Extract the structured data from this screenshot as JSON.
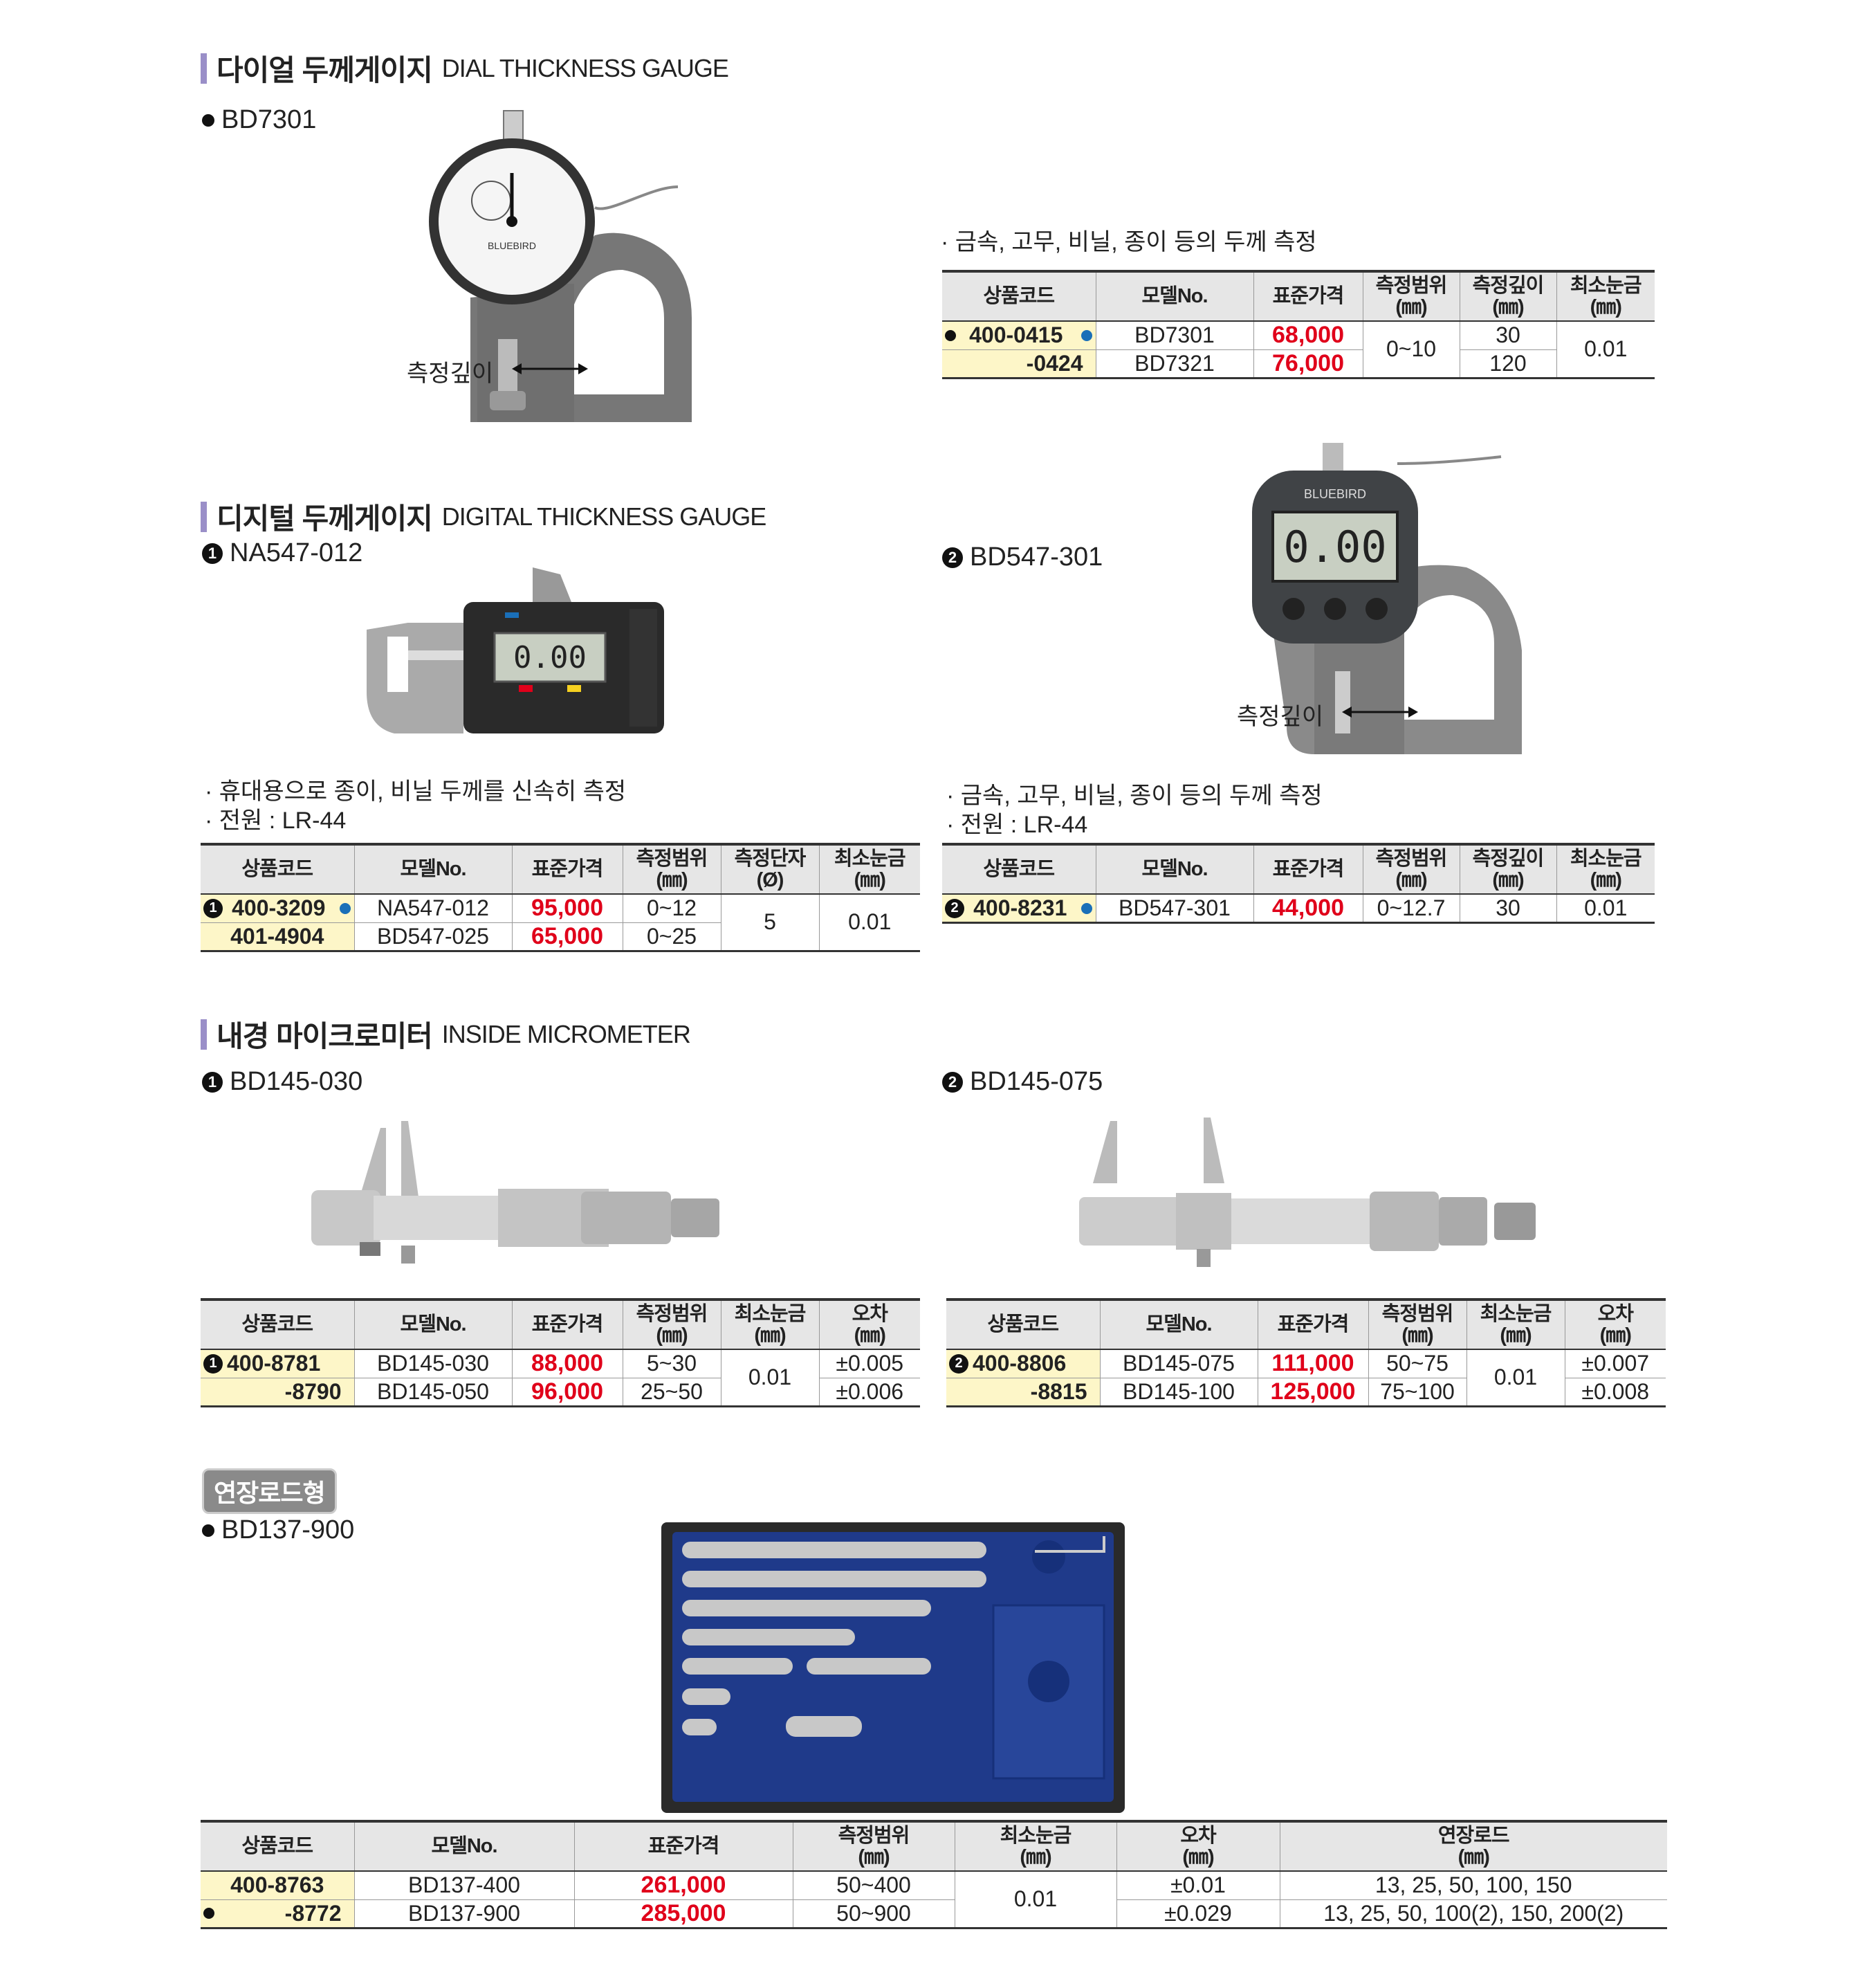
{
  "dial": {
    "title_ko": "다이얼 두께게이지",
    "title_en": "DIAL THICKNESS GAUGE",
    "model": "BD7301",
    "callout": "측정깊이",
    "feature": "· 금속, 고무, 비닐, 종이 등의 두께 측정",
    "headers": [
      "상품코드",
      "모델No.",
      "표준가격",
      "측정범위\n(㎜)",
      "측정깊이\n(㎜)",
      "최소눈금\n(㎜)"
    ],
    "rows": [
      {
        "code": "400-0415",
        "model": "BD7301",
        "price": "68,000",
        "range": "0~10",
        "depth": "30",
        "grad": "0.01"
      },
      {
        "code": "-0424",
        "model": "BD7321",
        "price": "76,000",
        "depth": "120"
      }
    ]
  },
  "digital": {
    "title_ko": "디지털 두께게이지",
    "title_en": "DIGITAL THICKNESS GAUGE",
    "model1": "NA547-012",
    "model2": "BD547-301",
    "num1": "1",
    "num2": "2",
    "callout": "측정깊이",
    "lcd1": "0.00",
    "lcd2": "0.00",
    "brand": "BLUEBIRD",
    "feat1a": "· 휴대용으로 종이, 비닐 두께를 신속히 측정",
    "feat1b": "· 전원 : LR-44",
    "feat2a": "· 금속, 고무, 비닐, 종이 등의 두께 측정",
    "feat2b": "· 전원 : LR-44",
    "headers1": [
      "상품코드",
      "모델No.",
      "표준가격",
      "측정범위\n(㎜)",
      "측정단자\n(Ø)",
      "최소눈금\n(㎜)"
    ],
    "rows1": [
      {
        "code": "400-3209",
        "model": "NA547-012",
        "price": "95,000",
        "range": "0~12",
        "tip": "5",
        "grad": "0.01"
      },
      {
        "code": "401-4904",
        "model": "BD547-025",
        "price": "65,000",
        "range": "0~25"
      }
    ],
    "headers2": [
      "상품코드",
      "모델No.",
      "표준가격",
      "측정범위\n(㎜)",
      "측정깊이\n(㎜)",
      "최소눈금\n(㎜)"
    ],
    "rows2": [
      {
        "code": "400-8231",
        "model": "BD547-301",
        "price": "44,000",
        "range": "0~12.7",
        "depth": "30",
        "grad": "0.01"
      }
    ]
  },
  "inside": {
    "title_ko": "내경 마이크로미터",
    "title_en": "INSIDE MICROMETER",
    "model1": "BD145-030",
    "model2": "BD145-075",
    "num1": "1",
    "num2": "2",
    "headers": [
      "상품코드",
      "모델No.",
      "표준가격",
      "측정범위\n(㎜)",
      "최소눈금\n(㎜)",
      "오차\n(㎜)"
    ],
    "rows1": [
      {
        "code": "400-8781",
        "model": "BD145-030",
        "price": "88,000",
        "range": "5~30",
        "grad": "0.01",
        "err": "±0.005"
      },
      {
        "code": "-8790",
        "model": "BD145-050",
        "price": "96,000",
        "range": "25~50",
        "err": "±0.006"
      }
    ],
    "rows2": [
      {
        "code": "400-8806",
        "model": "BD145-075",
        "price": "111,000",
        "range": "50~75",
        "grad": "0.01",
        "err": "±0.007"
      },
      {
        "code": "-8815",
        "model": "BD145-100",
        "price": "125,000",
        "range": "75~100",
        "err": "±0.008"
      }
    ]
  },
  "ext": {
    "tag": "연장로드형",
    "model": "BD137-900",
    "headers": [
      "상품코드",
      "모델No.",
      "표준가격",
      "측정범위\n(㎜)",
      "최소눈금\n(㎜)",
      "오차\n(㎜)",
      "연장로드\n(㎜)"
    ],
    "rows": [
      {
        "code": "400-8763",
        "model": "BD137-400",
        "price": "261,000",
        "range": "50~400",
        "grad": "0.01",
        "err": "±0.01",
        "rods": "13, 25, 50, 100, 150"
      },
      {
        "code": "-8772",
        "model": "BD137-900",
        "price": "285,000",
        "range": "50~900",
        "err": "±0.029",
        "rods": "13, 25, 50, 100(2), 150, 200(2)"
      }
    ]
  },
  "colors": {
    "accent": "#9a8fc8",
    "price": "#e0001a",
    "code_bg": "#fdf6c8",
    "blue_dot": "#1a6fb8"
  }
}
